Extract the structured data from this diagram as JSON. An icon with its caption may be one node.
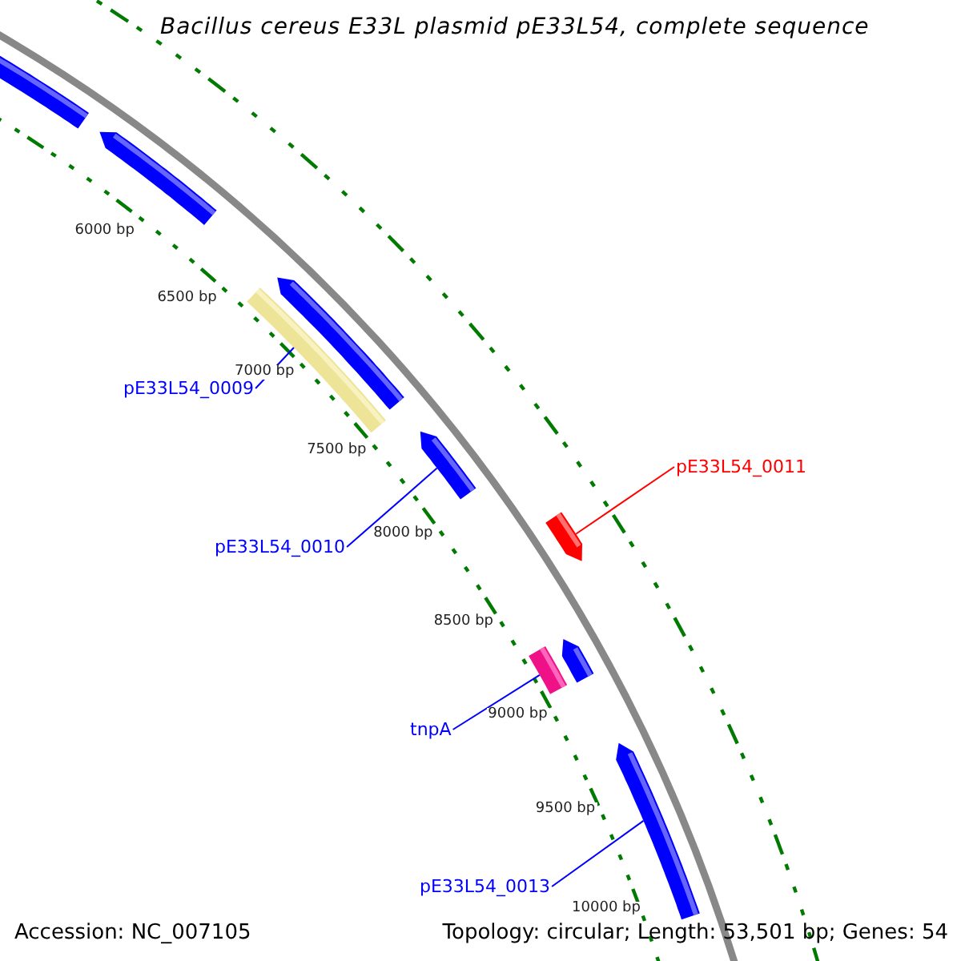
{
  "diagram": {
    "title": "Bacillus cereus E33L plasmid pE33L54, complete sequence",
    "nodes": [
      {
        "text": [],
        "shape": "bar"
      },
      {
        "text": [],
        "shape": "bar"
      },
      {
        "text": [],
        "shape": "bar"
      },
      {
        "text": [],
        "shape": "bar"
      },
      {
        "text": [],
        "shape": "bar"
      },
      {
        "text": [],
        "shape": "bar"
      },
      {
        "text": [],
        "shape": "bar"
      },
      {
        "text": [],
        "shape": "bar"
      },
      {
        "text": [],
        "shape": "bar"
      },
      {
        "text": [
          "pE33L54_0009"
        ]
      },
      {
        "text": [
          "pE33L54_0010"
        ]
      },
      {
        "text": [
          "pE33L54_0011"
        ]
      },
      {
        "text": [
          "tnpA"
        ]
      },
      {
        "text": [
          "pE33L54_0013"
        ]
      }
    ],
    "edges": [
      {
        "from": 9,
        "to": 3,
        "arrow": "none"
      },
      {
        "from": 10,
        "to": 4,
        "arrow": "none"
      },
      {
        "from": 11,
        "to": 5,
        "arrow": "none",
        "color": "#ff0000"
      },
      {
        "from": 12,
        "to": 6,
        "arrow": "none"
      },
      {
        "from": 13,
        "to": 8,
        "arrow": "none"
      }
    ],
    "labels": [
      "6000 bp",
      "6500 bp",
      "7000 bp",
      "7500 bp",
      "8000 bp",
      "8500 bp",
      "9000 bp",
      "9500 bp",
      "10000 bp",
      "Accession: NC_007105",
      "Topology: circular; Length: 53,501 bp; Genes: 54"
    ]
  }
}
